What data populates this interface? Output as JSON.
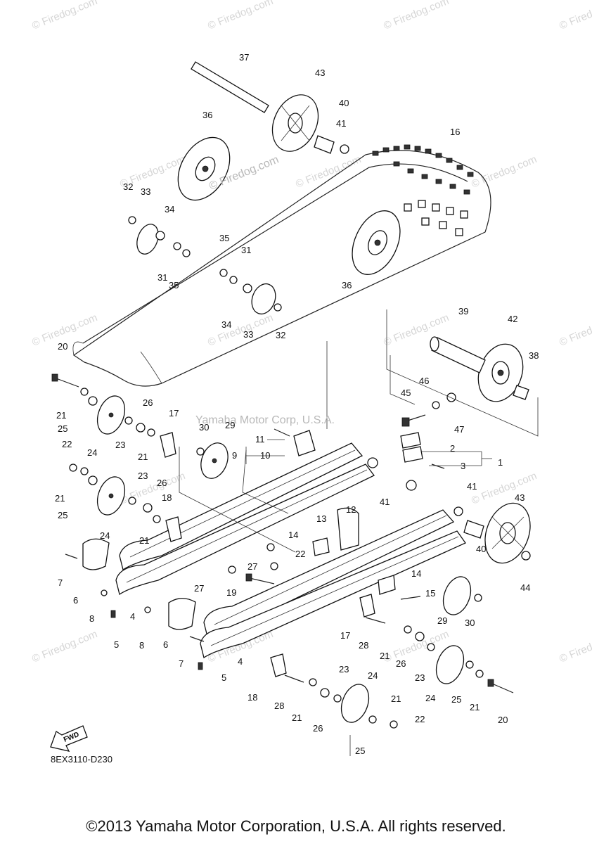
{
  "watermark": "© Firedog.com",
  "center_watermark": "Yamaha Motor Corp, U.S.A.",
  "diagram_code": "8EX3110-D230",
  "fwd_label": "FWD",
  "copyright": "©2013 Yamaha Motor Corporation, U.S.A. All rights reserved.",
  "part_labels": [
    "1",
    "2",
    "3",
    "4",
    "4",
    "5",
    "5",
    "6",
    "6",
    "7",
    "7",
    "8",
    "8",
    "9",
    "10",
    "11",
    "12",
    "13",
    "14",
    "14",
    "15",
    "16",
    "17",
    "17",
    "18",
    "18",
    "19",
    "20",
    "20",
    "21",
    "21",
    "21",
    "21",
    "21",
    "21",
    "21",
    "21",
    "22",
    "22",
    "22",
    "23",
    "23",
    "23",
    "23",
    "24",
    "24",
    "24",
    "24",
    "25",
    "25",
    "25",
    "25",
    "26",
    "26",
    "26",
    "26",
    "27",
    "27",
    "28",
    "28",
    "29",
    "29",
    "30",
    "30",
    "31",
    "31",
    "32",
    "32",
    "33",
    "33",
    "34",
    "34",
    "35",
    "35",
    "36",
    "36",
    "37",
    "38",
    "39",
    "40",
    "40",
    "41",
    "41",
    "41",
    "42",
    "43",
    "43",
    "44",
    "45",
    "46",
    "47"
  ]
}
